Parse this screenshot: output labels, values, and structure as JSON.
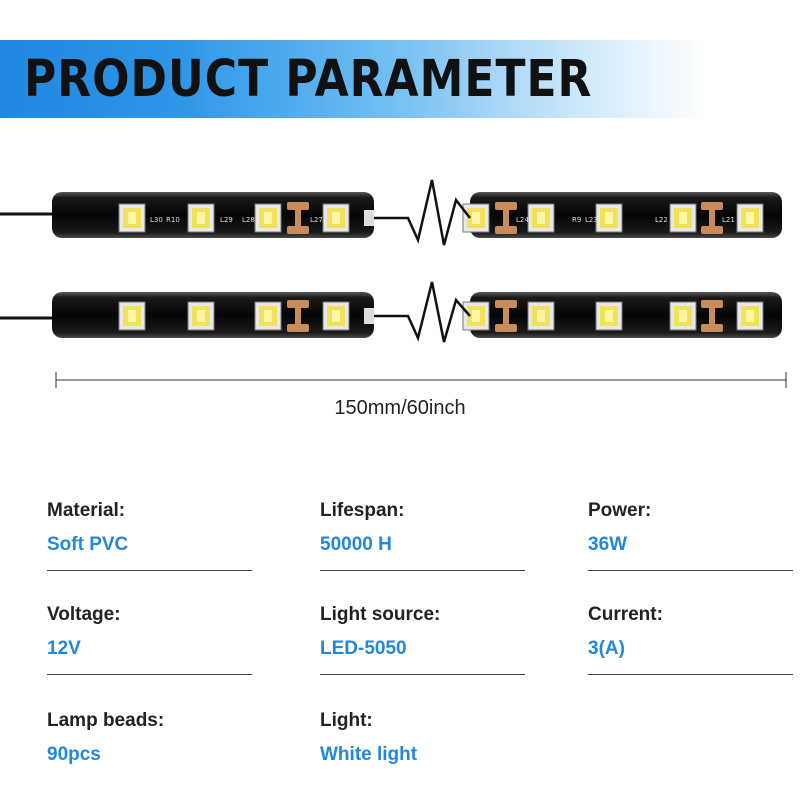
{
  "banner": {
    "title": "PRODUCT PARAMETER",
    "gradient_start": "#1f88e0"
  },
  "product": {
    "led_codes_top_left": [
      "L30",
      "R10",
      "L29",
      "L28",
      "L27"
    ],
    "led_codes_top_right": [
      "L24",
      "R9",
      "L23",
      "L22",
      "L21"
    ],
    "dimension": "150mm/60inch"
  },
  "specs": [
    {
      "label": "Material:",
      "value": "Soft PVC"
    },
    {
      "label": "Lifespan:",
      "value": "50000 H"
    },
    {
      "label": "Power:",
      "value": "36W"
    },
    {
      "label": "Voltage:",
      "value": "12V"
    },
    {
      "label": "Light source:",
      "value": "LED-5050"
    },
    {
      "label": "Current:",
      "value": "3(A)"
    },
    {
      "label": "Lamp beads:",
      "value": "90pcs"
    },
    {
      "label": "Light:",
      "value": "White light"
    }
  ],
  "colors": {
    "accent": "#2288dd",
    "strip_body": "#0d0d0d",
    "led_yellow": "#f2e25a",
    "copper_pad": "#c98a5c"
  }
}
